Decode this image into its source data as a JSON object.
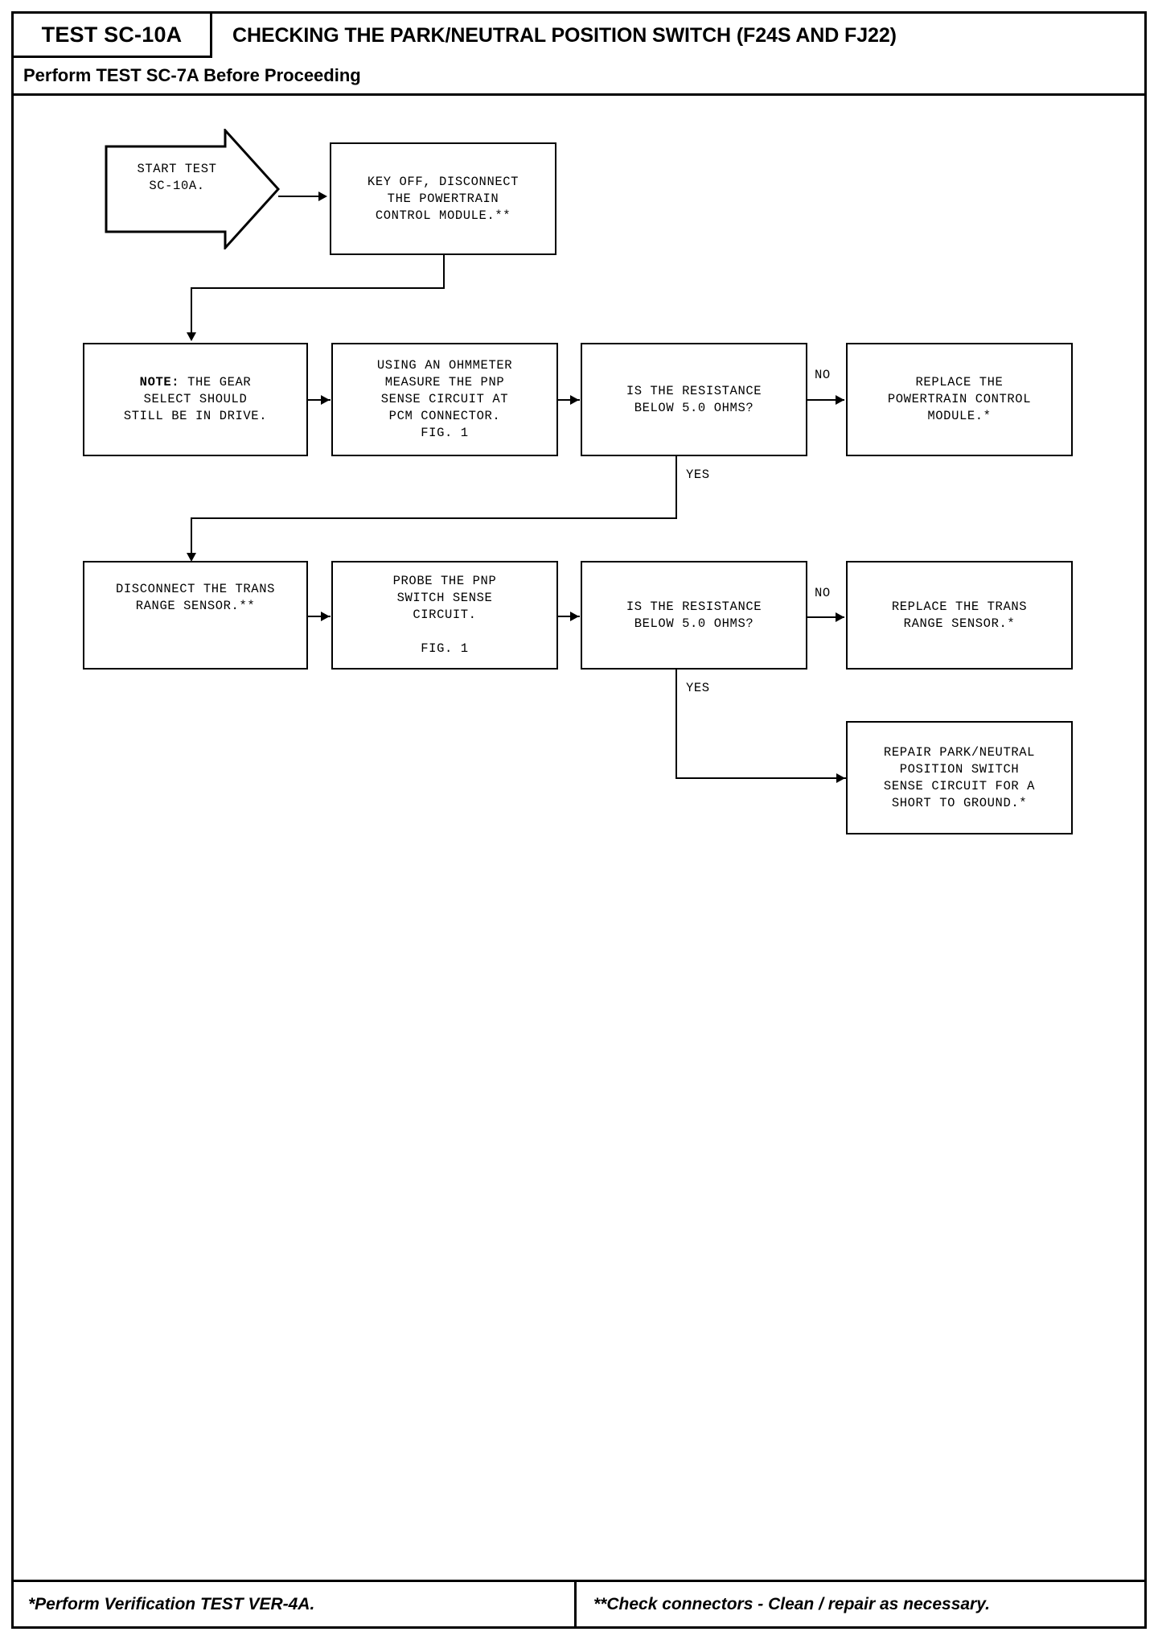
{
  "header": {
    "test_id": "TEST SC-10A",
    "title": "CHECKING THE PARK/NEUTRAL POSITION SWITCH (F24S AND FJ22)",
    "subtitle": "Perform TEST SC-7A Before Proceeding"
  },
  "footer": {
    "left_note": "*Perform Verification TEST VER-4A.",
    "right_note": "**Check connectors - Clean / repair as necessary."
  },
  "flow": {
    "start": "START TEST\nSC-10A.",
    "step_key_off": "KEY OFF, DISCONNECT\nTHE POWERTRAIN\nCONTROL MODULE.**",
    "note_gear_prefix": "NOTE:",
    "note_gear_rest": " THE GEAR\nSELECT SHOULD\nSTILL BE IN DRIVE.",
    "step_ohmmeter": "USING AN OHMMETER\nMEASURE THE PNP\nSENSE CIRCUIT AT\nPCM CONNECTOR.\nFIG. 1",
    "decision_pcm": "IS THE RESISTANCE\nBELOW 5.0 OHMS?",
    "action_replace_pcm": "REPLACE THE\nPOWERTRAIN CONTROL\nMODULE.*",
    "step_disconnect_trs": "DISCONNECT THE TRANS\nRANGE SENSOR.**",
    "step_probe": "PROBE THE PNP\nSWITCH SENSE\nCIRCUIT.\n\nFIG. 1",
    "decision_trs": "IS THE RESISTANCE\nBELOW 5.0 OHMS?",
    "action_replace_trs": "REPLACE THE TRANS\nRANGE SENSOR.*",
    "action_repair_short": "REPAIR PARK/NEUTRAL\nPOSITION SWITCH\nSENSE CIRCUIT FOR A\nSHORT TO GROUND.*"
  },
  "labels": {
    "no_1": "NO",
    "yes_1": "YES",
    "no_2": "NO",
    "yes_2": "YES"
  },
  "colors": {
    "ink": "#000000",
    "paper": "#ffffff"
  }
}
